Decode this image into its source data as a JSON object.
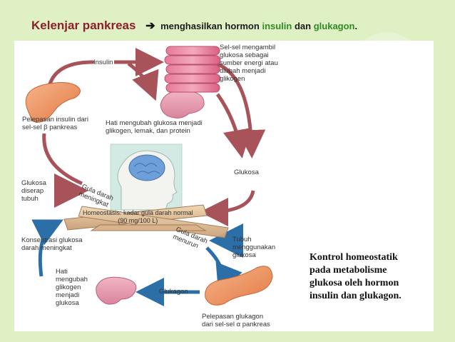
{
  "title": {
    "main": "Kelenjar pankreas",
    "arrow": "➔",
    "middle": "menghasilkan hormon",
    "insulin": "insulin",
    "and": "dan",
    "glukagon": "glukagon",
    "dot": "."
  },
  "diagram": {
    "insulin": "Insulin",
    "cells_text": [
      "Sel-sel mengambil",
      "glukosa sebagai",
      "sumber energi atau",
      "diubah menjadi",
      "glikogen"
    ],
    "release_insulin": [
      "Pelepasan insulin dari",
      "sel-sel β pankreas"
    ],
    "liver_converts": [
      "Hati mengubah glukosa menjadi",
      "glikogen, lemak, dan protein"
    ],
    "glucose_right": "Glukosa",
    "absorbed": [
      "Glukosa",
      "diserap",
      "tubuh"
    ],
    "sugar_rises": [
      "Gula darah",
      "meningkat"
    ],
    "homeostasis": [
      "Homeostasis: kadar gula darah normal",
      "(90 mg/100 L)"
    ],
    "sugar_falls": [
      "Gula darah",
      "menurun"
    ],
    "body_uses": [
      "Tubuh",
      "menggunakan",
      "glukosa"
    ],
    "concentration": [
      "Konsentrasi glukosa",
      "darah meningkat"
    ],
    "liver_glycogen": [
      "Hati",
      "mengubah",
      "glikogen",
      "menjadi",
      "glukosa"
    ],
    "glucagon": "Glukagon",
    "release_glucagon": [
      "Pelepasan glukagon",
      "dari sel-sel α pankreas"
    ]
  },
  "caption": [
    "Kontrol homeostatik",
    "pada metabolisme",
    "glukosa oleh hormon",
    "insulin dan glukagon."
  ],
  "colors": {
    "title_red": "#8b1f2b",
    "title_green": "#2f8a27",
    "arrow_red": "#a8525a",
    "arrow_blue": "#2c6fa8"
  }
}
